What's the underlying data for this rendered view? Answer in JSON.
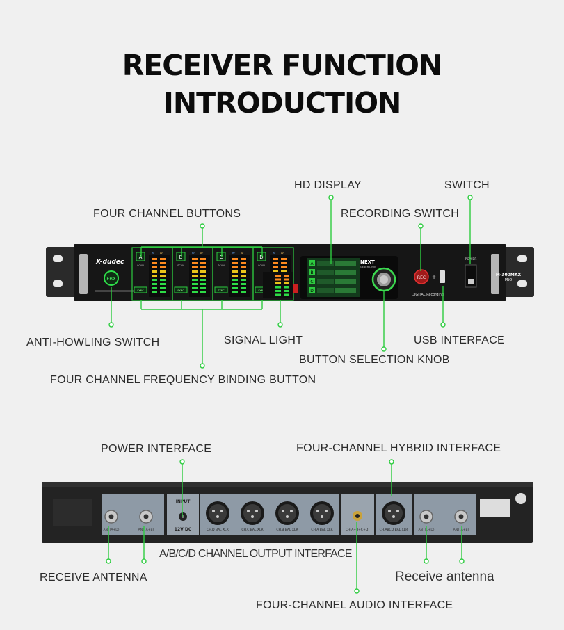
{
  "title": {
    "line1": "RECEIVER FUNCTION",
    "line2": "INTRODUCTION"
  },
  "front_labels": {
    "hd_display": "HD DISPLAY",
    "switch": "SWITCH",
    "four_channel_buttons": "FOUR CHANNEL BUTTONS",
    "recording_switch": "RECORDING SWITCH",
    "anti_howling": "ANTI-HOWLING SWITCH",
    "signal_light": "SIGNAL LIGHT",
    "usb_interface": "USB INTERFACE",
    "knob": "BUTTON SELECTION KNOB",
    "freq_binding": "FOUR CHANNEL FREQUENCY BINDING BUTTON"
  },
  "rear_labels": {
    "power_interface": "POWER INTERFACE",
    "hybrid_interface": "FOUR-CHANNEL HYBRID INTERFACE",
    "output_interface": "A/B/C/D CHANNEL OUTPUT INTERFACE",
    "receive_antenna_left": "RECEIVE ANTENNA",
    "receive_antenna_right": "Receive antenna",
    "audio_interface": "FOUR-CHANNEL AUDIO INTERFACE"
  },
  "front_panel": {
    "brand": "X-dudec",
    "fbx_label": "FBX",
    "channels": [
      "A",
      "B",
      "C",
      "D"
    ],
    "scan_label": "SCAN",
    "sync_label": "SYNC",
    "rf_label": "RF",
    "af_label": "AF",
    "next_label": "NEXT",
    "generation_label": "GENERATION",
    "recording_label": "DIGITAL Recording",
    "rec_label": "REC",
    "power_label": "POWER",
    "model": "M-300MAX",
    "model_sub": "PRO"
  },
  "rear_panel": {
    "input_label": "INPUT",
    "dc_label": "12V DC",
    "outputs": [
      "CH.D BAL XLR",
      "CH.C BAL XLR",
      "CH.B BAL XLR",
      "CH.A BAL XLR"
    ],
    "mix_jack": "CH(A+B+C+D)",
    "hybrid_xlr": "CH.ABCD BAL XLR",
    "ant_left": [
      "ANT(A+D)",
      "ANT(A+B)"
    ],
    "ant_right": [
      "ANT(C+D)",
      "ANT(A+B)"
    ]
  },
  "colors": {
    "accent": "#22c33a",
    "rack": "#1b1b1b",
    "chassis": "#262626",
    "panel_blue": "#8e9aa6"
  }
}
